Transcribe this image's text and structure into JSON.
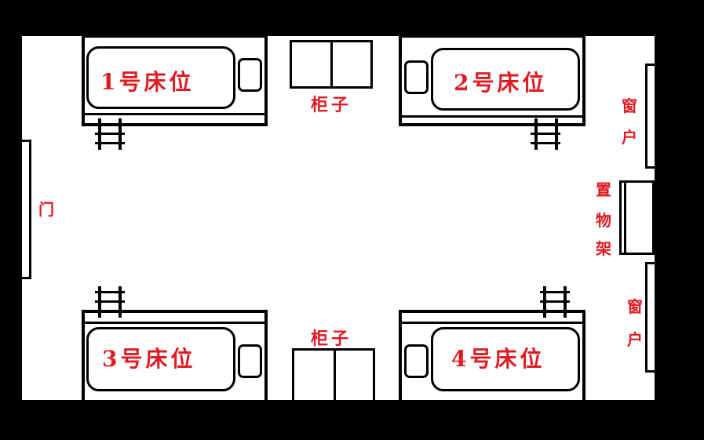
{
  "diagram": {
    "type": "dormitory floor plan",
    "colors": {
      "wall": "#000000",
      "floor": "#ffffff",
      "label": "#e01b22"
    },
    "door": {
      "label": "门"
    },
    "beds": [
      {
        "id": 1,
        "label": "1号床位",
        "position": "top-left"
      },
      {
        "id": 2,
        "label": "2号床位",
        "position": "top-right"
      },
      {
        "id": 3,
        "label": "3号床位",
        "position": "bottom-left"
      },
      {
        "id": 4,
        "label": "4号床位",
        "position": "bottom-right"
      }
    ],
    "cabinets": [
      {
        "label": "柜子",
        "position": "top-center"
      },
      {
        "label": "柜子",
        "position": "bottom-center"
      }
    ],
    "windows": [
      {
        "label_chars": [
          "窗",
          "户"
        ],
        "position": "right-upper"
      },
      {
        "label_chars": [
          "窗",
          "户"
        ],
        "position": "right-lower"
      }
    ],
    "shelf": {
      "label_chars": [
        "置",
        "物",
        "架"
      ],
      "position": "right-middle"
    }
  }
}
